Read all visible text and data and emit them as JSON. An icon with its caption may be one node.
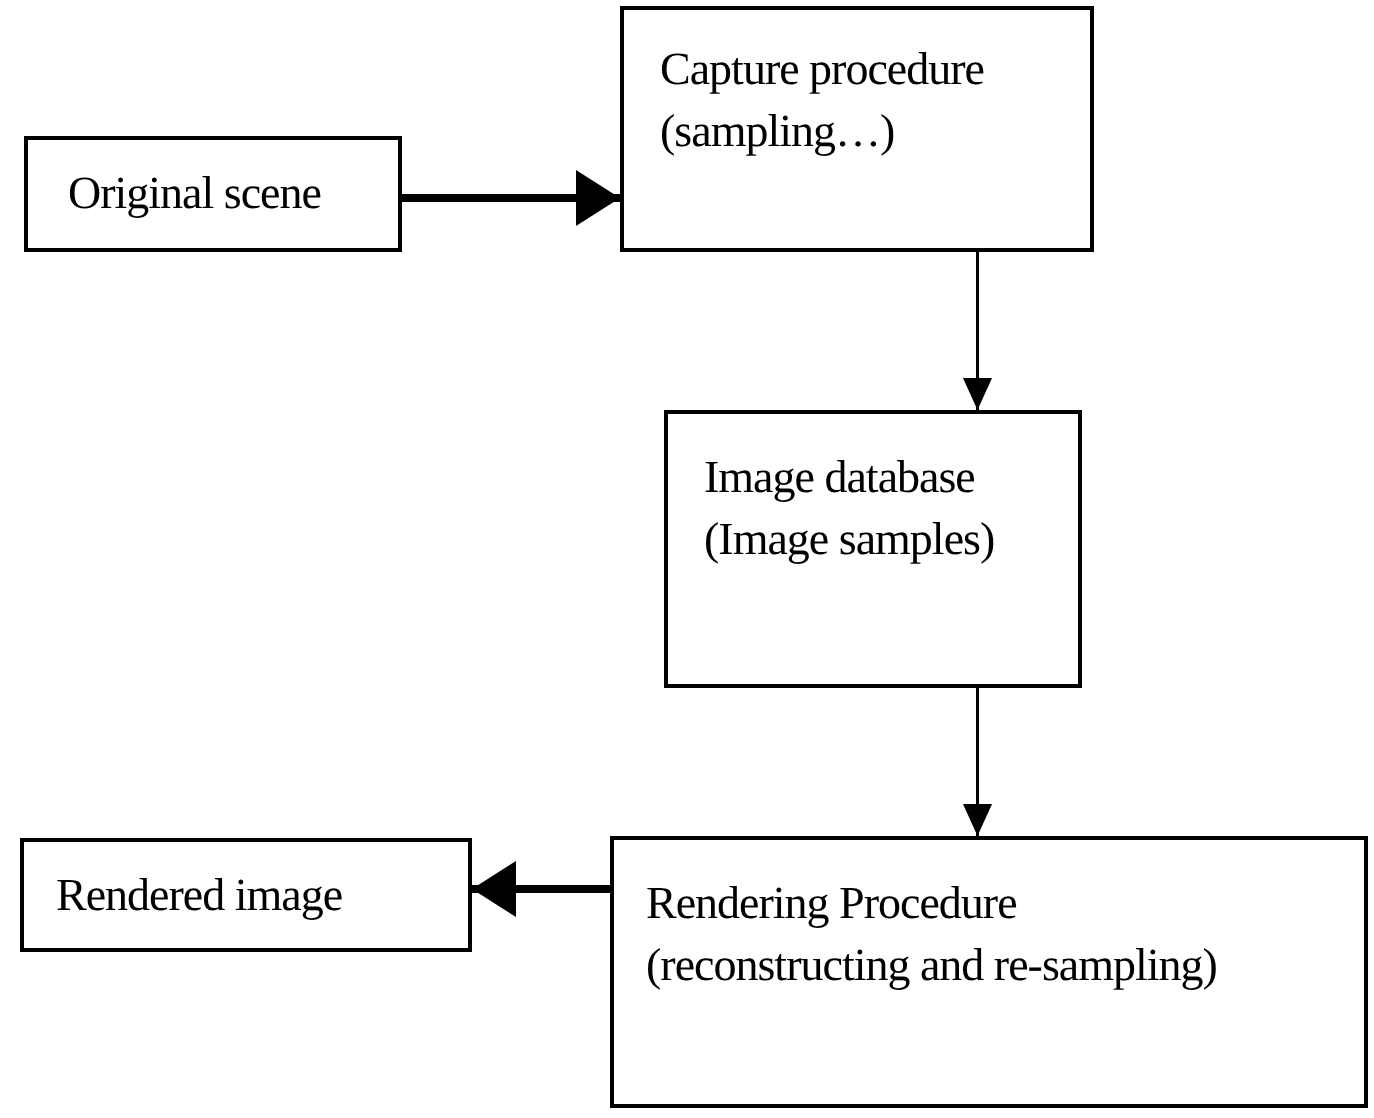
{
  "diagram": {
    "nodes": [
      {
        "text": [
          "Original scene"
        ]
      },
      {
        "text": [
          "Capture procedure",
          "(sampling…)"
        ]
      },
      {
        "text": [
          "Image database",
          "(Image samples)"
        ]
      },
      {
        "text": [
          "Rendering Procedure",
          "(reconstructing and re-sampling)"
        ]
      },
      {
        "text": [
          "Rendered image"
        ]
      }
    ],
    "edges": [
      {
        "from": 0,
        "to": 1,
        "arrow": "to",
        "style": "thick"
      },
      {
        "from": 1,
        "to": 2,
        "arrow": "to"
      },
      {
        "from": 2,
        "to": 3,
        "arrow": "to"
      },
      {
        "from": 3,
        "to": 4,
        "arrow": "to",
        "style": "thick"
      }
    ]
  }
}
